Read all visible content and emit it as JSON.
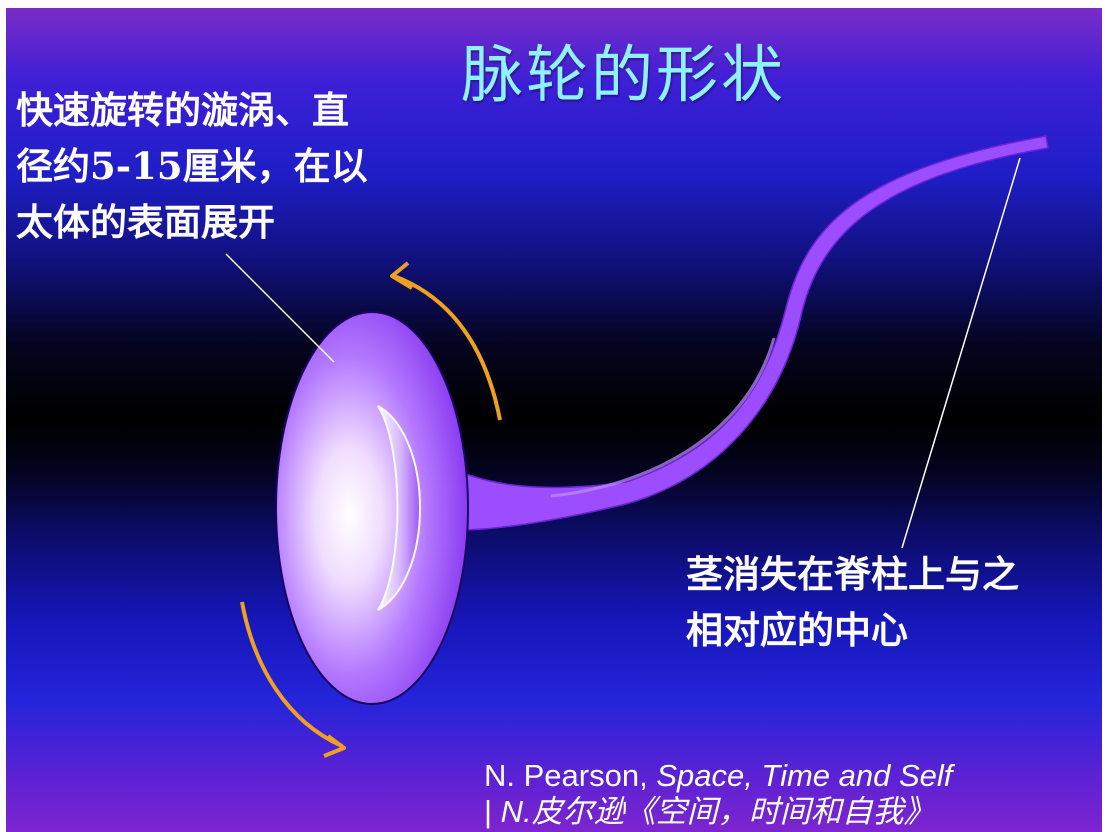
{
  "title": "脉轮的形状",
  "left_caption": {
    "lines": [
      "快速旋转的漩涡、直",
      "径约5-15厘米，在以",
      "太体的表面展开"
    ]
  },
  "right_caption": {
    "lines": [
      "茎消失在脊柱上与之",
      "相对应的中心"
    ]
  },
  "citation": {
    "line1_prefix": "N. Pearson, ",
    "line1_title": "Space, Time and Self",
    "line2_bar": "| ",
    "line2_author": "N.",
    "line2_text": "皮尔逊《空间，时间和自我》"
  },
  "colors": {
    "title": "#8ff2ff",
    "arrow": "#f0a020",
    "stem": "#9b4dff",
    "vortex_center": "#ffffff",
    "vortex_edge": "#8a3cf0"
  }
}
